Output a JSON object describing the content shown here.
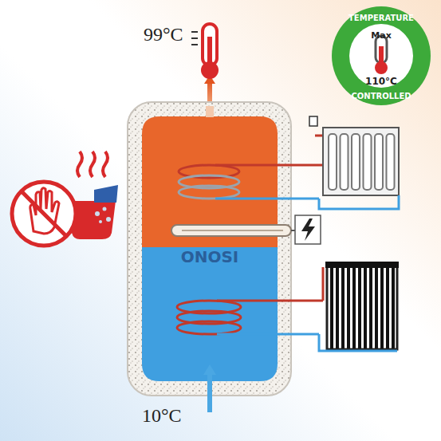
{
  "diagram": {
    "labels": [
      "99°C",
      "ONOSI",
      "10°C",
      "TEMPERATURE",
      "Max",
      "110°C",
      "CONTROLLED"
    ]
  }
}
